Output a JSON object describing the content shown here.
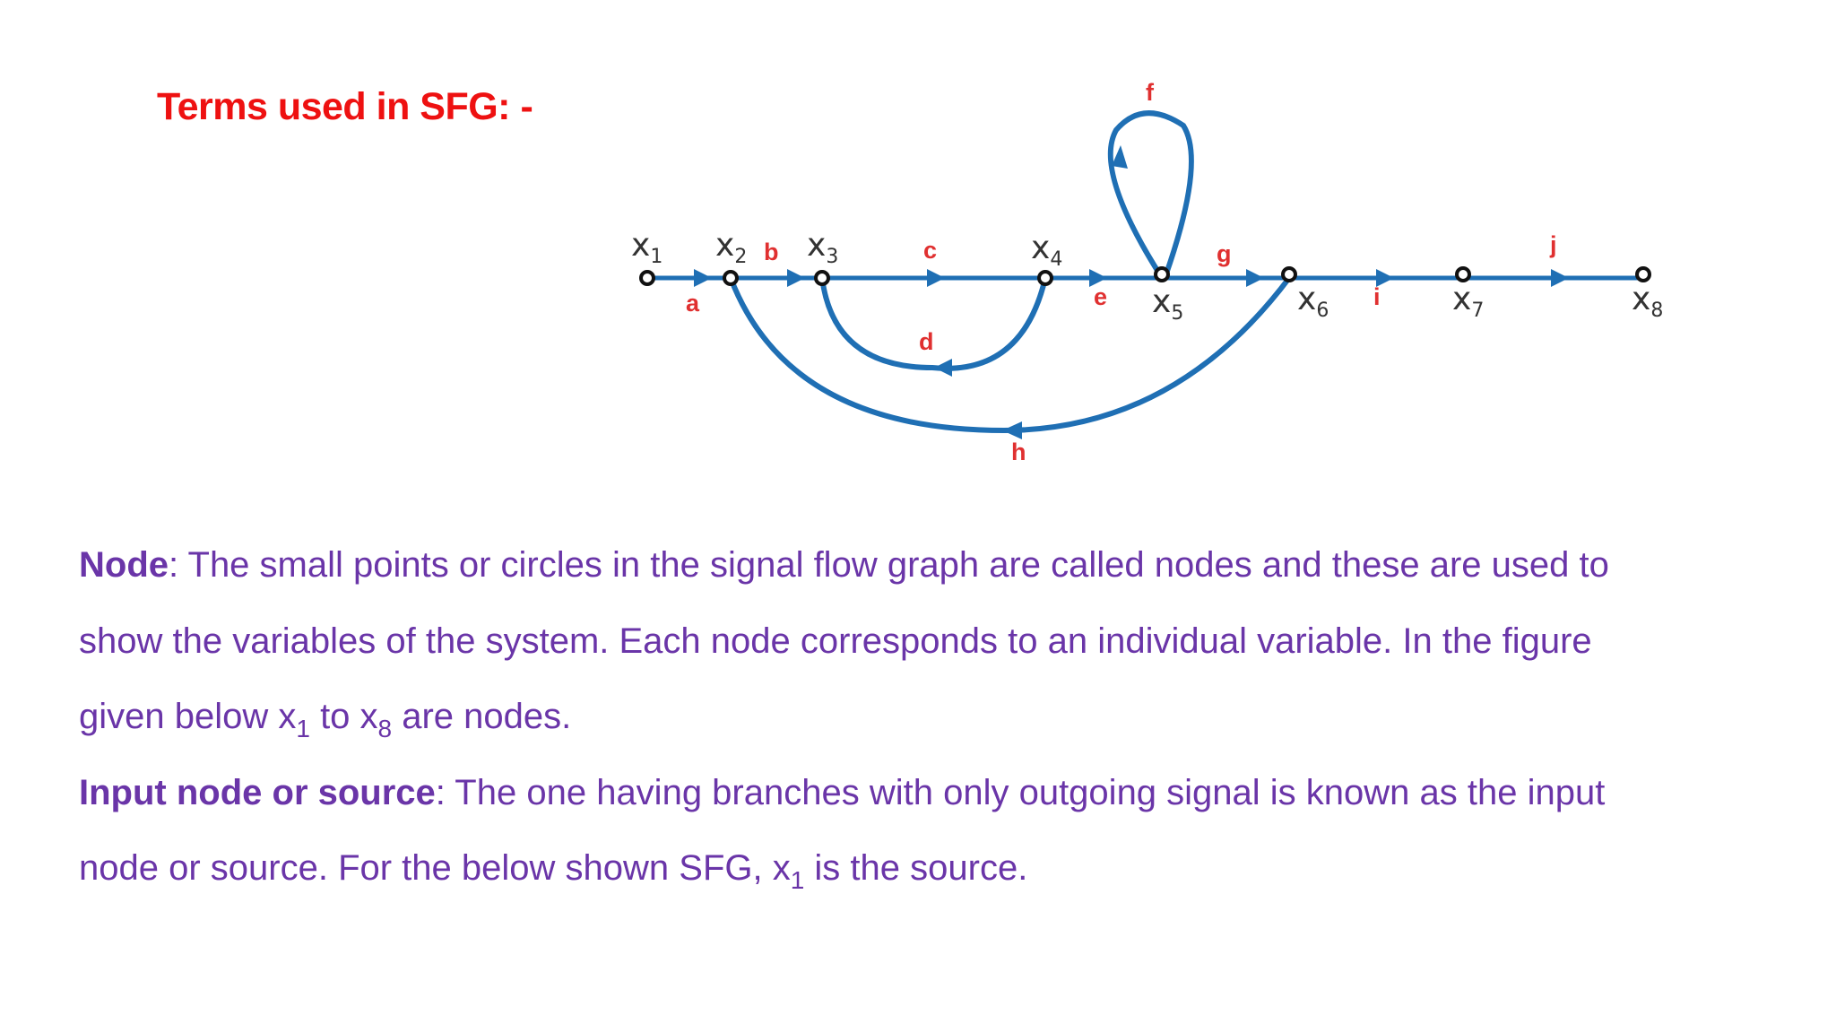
{
  "heading": "Terms used in SFG: -",
  "colors": {
    "heading": "#ee1111",
    "body_text": "#6a35a8",
    "branch": "#1f6fb4",
    "branch_label": "#e03030"
  },
  "diagram": {
    "nodes": [
      {
        "base": "x",
        "sub": "1"
      },
      {
        "base": "x",
        "sub": "2"
      },
      {
        "base": "x",
        "sub": "3"
      },
      {
        "base": "x",
        "sub": "4"
      },
      {
        "base": "x",
        "sub": "5"
      },
      {
        "base": "x",
        "sub": "6"
      },
      {
        "base": "x",
        "sub": "7"
      },
      {
        "base": "x",
        "sub": "8"
      }
    ],
    "branch_labels": {
      "a": "a",
      "b": "b",
      "c": "c",
      "d": "d",
      "e": "e",
      "f": "f",
      "g": "g",
      "h": "h",
      "i": "i",
      "j": "j"
    }
  },
  "paragraphs": {
    "node": {
      "term": "Node",
      "line1": ": The small points or circles in the signal flow graph are called nodes and these are used to",
      "line2": "show the variables of the system. Each node corresponds to an individual variable. In the figure",
      "line3_a": "given below x",
      "line3_sub1": "1",
      "line3_b": " to x",
      "line3_sub2": "8",
      "line3_c": " are nodes."
    },
    "input_node": {
      "term": "Input node or source",
      "line1": ": The one having branches with only outgoing signal is known as the input",
      "line2_a": "node or source. For the below shown SFG, x",
      "line2_sub": "1",
      "line2_b": " is the source."
    }
  }
}
